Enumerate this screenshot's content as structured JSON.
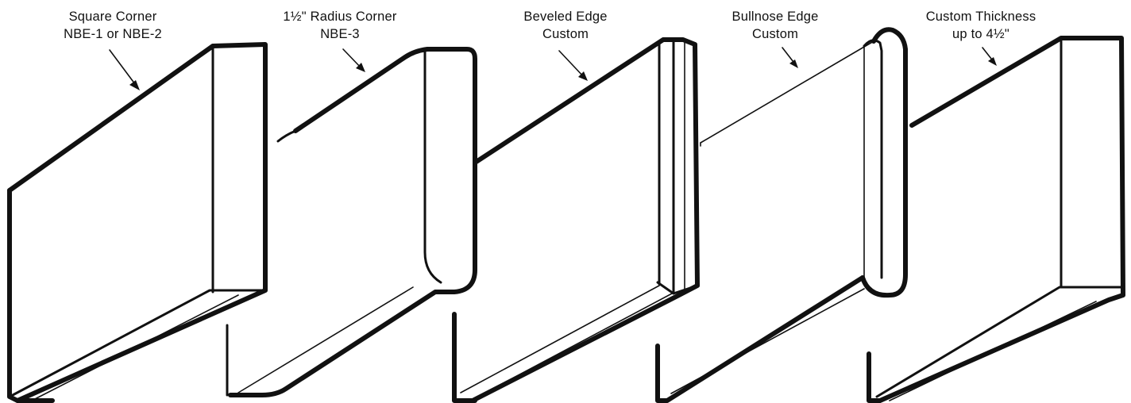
{
  "labels": [
    {
      "line1": "Square Corner",
      "line2": "NBE-1 or NBE-2"
    },
    {
      "line1": "1½\" Radius Corner",
      "line2": "NBE-3"
    },
    {
      "line1": "Beveled Edge",
      "line2": "Custom"
    },
    {
      "line1": "Bullnose Edge",
      "line2": "Custom"
    },
    {
      "line1": "Custom Thickness",
      "line2": "up to 4½\""
    }
  ],
  "colors": {
    "ink": "#111111",
    "background": "#ffffff"
  }
}
